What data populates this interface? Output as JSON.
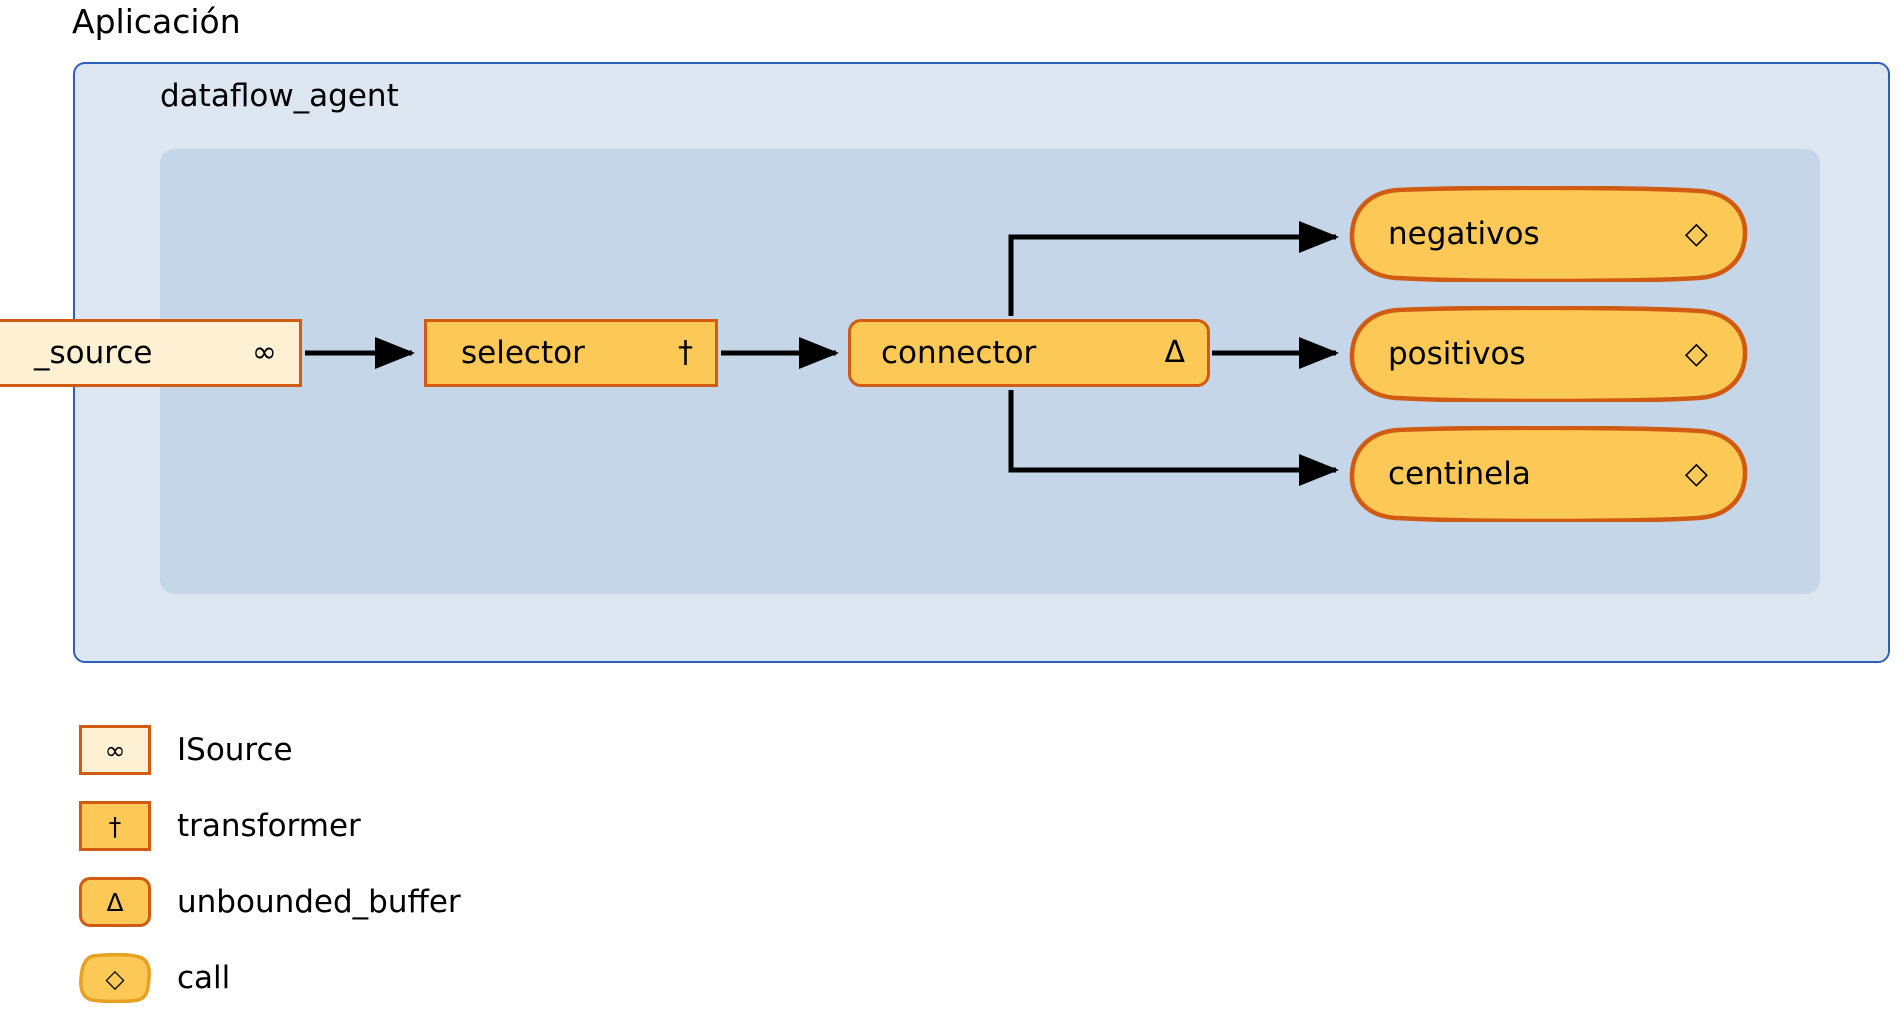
{
  "title": "Aplicación",
  "container": {
    "label": "dataflow_agent"
  },
  "nodes": [
    {
      "id": "source",
      "label": "_source",
      "icon": "∞",
      "icon_name": "infinity-icon"
    },
    {
      "id": "selector",
      "label": "selector",
      "icon": "†",
      "icon_name": "dagger-icon"
    },
    {
      "id": "connector",
      "label": "connector",
      "icon": "Δ",
      "icon_name": "delta-icon"
    },
    {
      "id": "negativos",
      "label": "negativos",
      "icon": "◇",
      "icon_name": "diamond-icon"
    },
    {
      "id": "positivos",
      "label": "positivos",
      "icon": "◇",
      "icon_name": "diamond-icon"
    },
    {
      "id": "centinela",
      "label": "centinela",
      "icon": "◇",
      "icon_name": "diamond-icon"
    }
  ],
  "edges": [
    {
      "from": "source",
      "to": "selector"
    },
    {
      "from": "selector",
      "to": "connector"
    },
    {
      "from": "connector",
      "to": "negativos"
    },
    {
      "from": "connector",
      "to": "positivos"
    },
    {
      "from": "connector",
      "to": "centinela"
    }
  ],
  "legend": [
    {
      "icon": "∞",
      "icon_name": "infinity-icon",
      "label": "ISource",
      "shape": "rect"
    },
    {
      "icon": "†",
      "icon_name": "dagger-icon",
      "label": "transformer",
      "shape": "rect"
    },
    {
      "icon": "Δ",
      "icon_name": "delta-icon",
      "label": "unbounded_buffer",
      "shape": "rounded"
    },
    {
      "icon": "◇",
      "icon_name": "diamond-icon",
      "label": "call",
      "shape": "handdrawn"
    }
  ],
  "colors": {
    "node_border": "#d15b12",
    "node_fill": "#fdc956",
    "source_fill": "#fdf0d3",
    "container_border": "#2f5fbe",
    "container_fill": "#dde7f2",
    "inner_fill": "#c6d6e9",
    "edge": "#000000"
  }
}
